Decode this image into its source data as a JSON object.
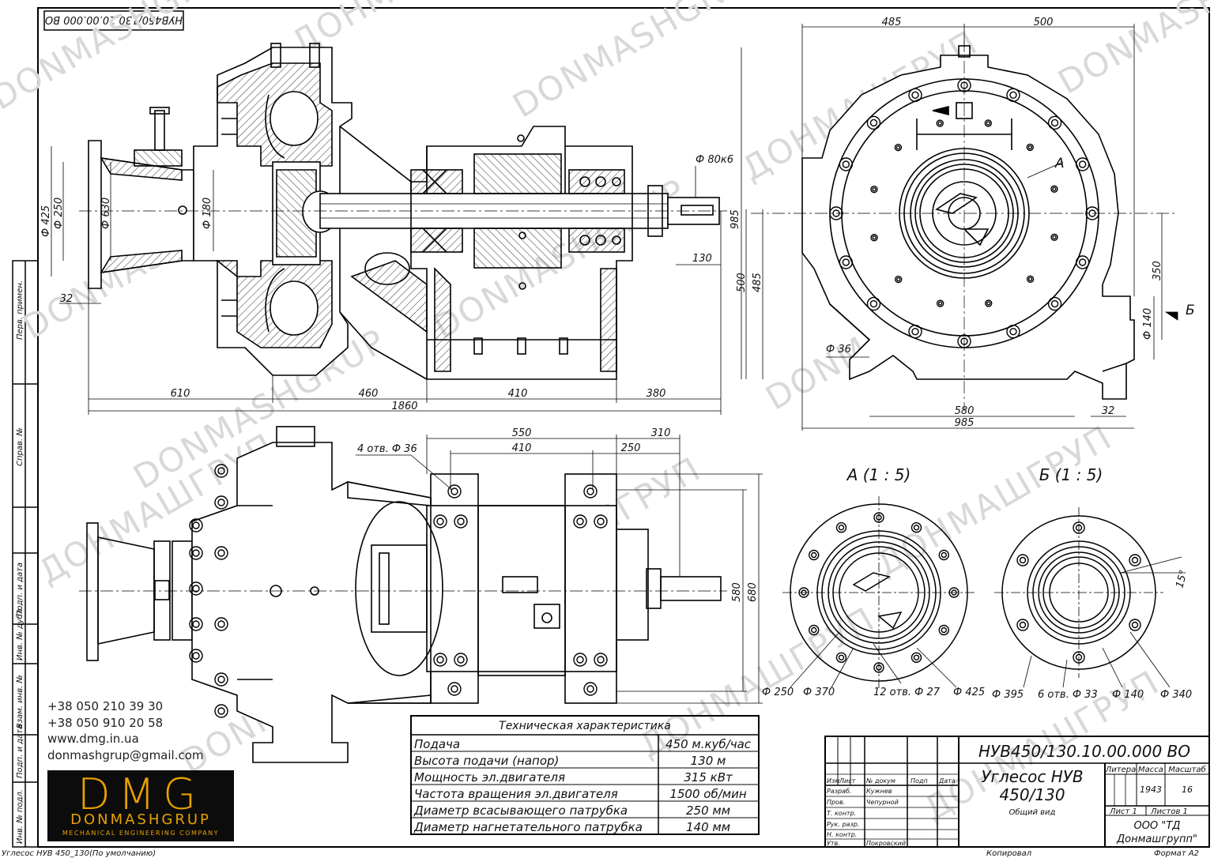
{
  "drawing": {
    "rotated_code": "НУВ450/130.10.00.000 ВО",
    "watermarks": [
      "DONMASHGRUP",
      "ДОНМАШГРУП"
    ],
    "sections": {
      "view_a": "А (1 : 5)",
      "view_b": "Б (1 : 5)"
    },
    "markers": {
      "a": "А",
      "b": "Б"
    }
  },
  "dimensions": {
    "main": {
      "left_610": "610",
      "d460": "460",
      "d410": "410",
      "d380": "380",
      "total_1860": "1860",
      "d32": "32",
      "d425": "Ф 425",
      "d250": "Ф 250",
      "d630": "Ф 630",
      "d180": "Ф 180",
      "d80k6": "Ф 80к6",
      "d130": "130",
      "d985v": "985"
    },
    "side": {
      "top_485": "485",
      "top_500": "500",
      "w580": "580",
      "w985": "985",
      "right32": "32",
      "h500": "500",
      "h485": "485",
      "h350": "350",
      "d140": "Ф 140",
      "d36": "Ф 36"
    },
    "plan": {
      "d550": "550",
      "d310": "310",
      "d410": "410",
      "d250": "250",
      "holes": "4 отв. Ф 36",
      "h580": "580",
      "h680": "680"
    },
    "flange_a": [
      "Ф 250",
      "Ф 370",
      "12 отв. Ф 27",
      "Ф 425"
    ],
    "flange_b": [
      "Ф 395",
      "6 отв. Ф 33",
      "Ф 140",
      "Ф 340"
    ],
    "angle": "15°"
  },
  "contacts": {
    "phone1": "+38 050 210 39 30",
    "phone2": "+38 050 910 20 58",
    "site": "www.dmg.in.ua",
    "email": "donmashgrup@gmail.com"
  },
  "logo": {
    "mark": "DMG",
    "name": "DONMASHGRUP",
    "tagline": "MECHANICAL ENGINEERING COMPANY"
  },
  "specs": {
    "title": "Техническая характеристика",
    "rows": [
      {
        "param": "Подача",
        "value": "450 м.куб/час"
      },
      {
        "param": "Высота подачи (напор)",
        "value": "130 м"
      },
      {
        "param": "Мощность эл.двигателя",
        "value": "315 кВт"
      },
      {
        "param": "Частота вращения эл.двигателя",
        "value": "1500 об/мин"
      },
      {
        "param": "Диаметр всасывающего патрубка",
        "value": "250 мм"
      },
      {
        "param": "Диаметр нагнетательного патрубка",
        "value": "140 мм"
      }
    ]
  },
  "title_block": {
    "code": "НУВ450/130.10.00.000 ВО",
    "name_line1": "Углесос НУВ",
    "name_line2": "450/130",
    "subtitle": "Общий вид",
    "litera_label": "Литера",
    "mass_label": "Масса",
    "scale_label": "Масштаб",
    "mass": "1943",
    "scale": "16",
    "sheet": "Лист 1",
    "sheets": "Листов 1",
    "company1": "ООО \"ТД",
    "company2": "Донмашгрупп\"",
    "col_izm": "Изм",
    "col_list": "Лист",
    "col_doc": "№ докум",
    "col_sign": "Подп",
    "col_date": "Дата",
    "roles": [
      "Разраб.",
      "Пров.",
      "Т. контр.",
      "",
      "Рук. разр.",
      "Н. контр.",
      "Утв."
    ],
    "people": [
      "Кужнев",
      "Чепурной",
      "",
      "",
      "",
      "",
      "Покровский"
    ],
    "copied": "Копировал",
    "format": "Формат А2"
  },
  "side_stamp": [
    "Перв. примен.",
    "Справ. №",
    "Подп. и дата",
    "Инв. № дубл.",
    "Взам. инв. №",
    "Подп. и дата",
    "Инв. № подл."
  ],
  "footer": {
    "filename": "Углесос НУВ 450_130(По умолчанию)"
  }
}
